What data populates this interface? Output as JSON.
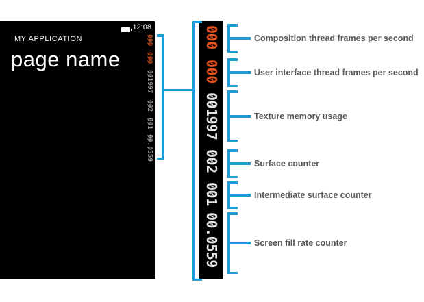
{
  "phone": {
    "app_title": "MY APPLICATION",
    "page_name": "page name",
    "status": {
      "time": "12:08",
      "battery_icon": "battery-icon"
    }
  },
  "counters": [
    {
      "value": "000",
      "label": "Composition thread frames per second",
      "color": "red"
    },
    {
      "value": "000",
      "label": "User interface thread frames per second",
      "color": "red"
    },
    {
      "value": "001997",
      "label": "Texture memory usage",
      "color": "light"
    },
    {
      "value": "002",
      "label": "Surface counter",
      "color": "light"
    },
    {
      "value": "001",
      "label": "Intermediate surface counter",
      "color": "light"
    },
    {
      "value": "00.0559",
      "label": "Screen fill rate counter",
      "color": "light"
    }
  ],
  "colors": {
    "accent_blue": "#1E9CD8",
    "label_gray": "#58585B",
    "phone_bg": "#000000",
    "counter_red_bar": "#E65420",
    "counter_red_phone": "#B24415",
    "counter_light_bar": "#E3E3E3",
    "counter_light_phone": "#929292"
  }
}
